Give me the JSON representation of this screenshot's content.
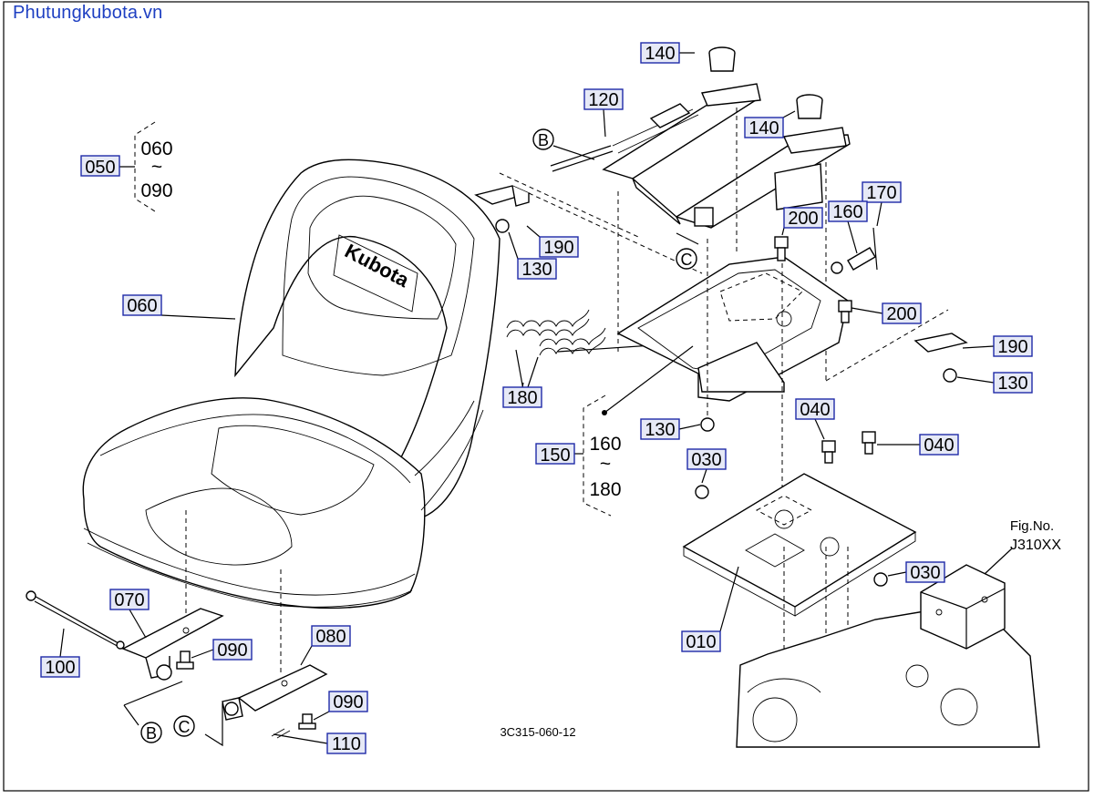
{
  "watermark": "Phutungkubota.vn",
  "figure_code": "3C315-060-12",
  "fig_no": {
    "label": "Fig.No.",
    "value": "J310XX"
  },
  "seat_logo": "Kubota",
  "groups": [
    {
      "id": "050",
      "from": "060",
      "tilde": "~",
      "to": "090"
    },
    {
      "id": "150",
      "from": "160",
      "tilde": "~",
      "to": "180"
    }
  ],
  "view_marks": {
    "b": "B",
    "c": "C"
  },
  "parts": [
    "140",
    "120",
    "140",
    "170",
    "160",
    "200",
    "190",
    "130",
    "200",
    "060",
    "180",
    "190",
    "130",
    "130",
    "040",
    "040",
    "150",
    "030",
    "030",
    "070",
    "080",
    "090",
    "100",
    "010",
    "090",
    "110"
  ]
}
